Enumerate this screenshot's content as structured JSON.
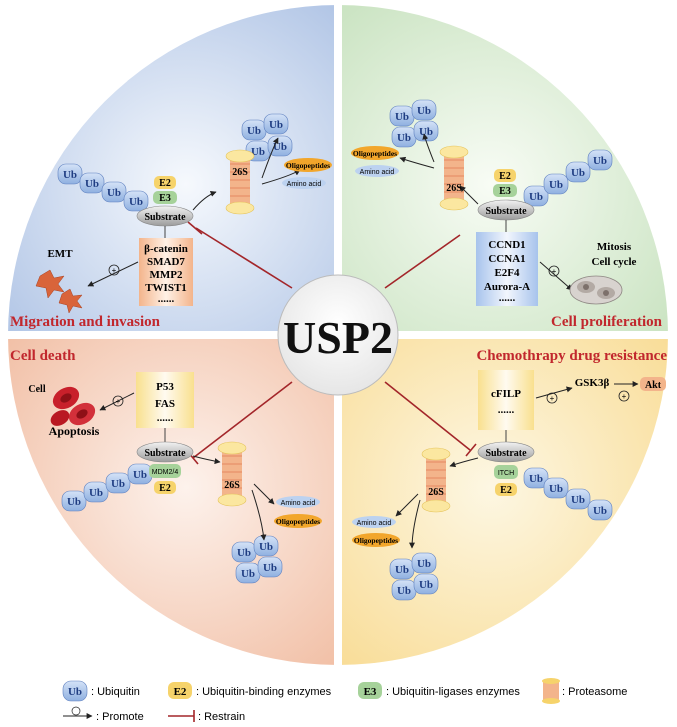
{
  "center": {
    "title": "USP2"
  },
  "quadrants": {
    "migration": {
      "title": "Migration and invasion",
      "targets": [
        "β-catenin",
        "SMAD7",
        "MMP2",
        "TWIST1",
        "......"
      ],
      "outcome": "EMT"
    },
    "proliferation": {
      "title": "Cell proliferation",
      "targets": [
        "CCND1",
        "CCNA1",
        "E2F4",
        "Aurora-A",
        "......"
      ],
      "outcome": [
        "Mitosis",
        "Cell cycle"
      ]
    },
    "death": {
      "title": "Cell death",
      "targets": [
        "P53",
        "FAS",
        "......"
      ],
      "outcome": [
        "Cell",
        "Apoptosis"
      ],
      "ligase": "MDM2/4"
    },
    "drug": {
      "title": "Chemothrapy drug resistance",
      "targets": [
        "cFILP",
        "......"
      ],
      "kinases": [
        "GSK3β",
        "Akt"
      ],
      "ligase": "ITCH"
    }
  },
  "molecules": {
    "ub": "Ub",
    "e2": "E2",
    "e3": "E3",
    "substrate": "Substrate",
    "proteasome": "26S",
    "oligopeptides": "Oligopeptides",
    "amino_acid": "Amino acid",
    "promote_symbol": "⊕"
  },
  "legend": {
    "ubiquitin": ": Ubiquitin",
    "e2": ": Ubiquitin-binding enzymes",
    "e3": ": Ubiquitin-ligases enzymes",
    "proteasome": ": Proteasome",
    "promote": ": Promote",
    "restrain": ": Restrain"
  },
  "colors": {
    "blue_q": "#a9bfe3",
    "green_q": "#c4e0bb",
    "salmon_q": "#f0b99d",
    "yellow_q": "#f8d98d",
    "title_red": "#c1272d",
    "ub_fill": "#a7c3ec",
    "ub_text": "#1f3d82",
    "e2_fill": "#f6d36b",
    "e3_fill": "#a6d29a",
    "proteasome": "#f3b48b",
    "restrain": "#a3262a"
  }
}
